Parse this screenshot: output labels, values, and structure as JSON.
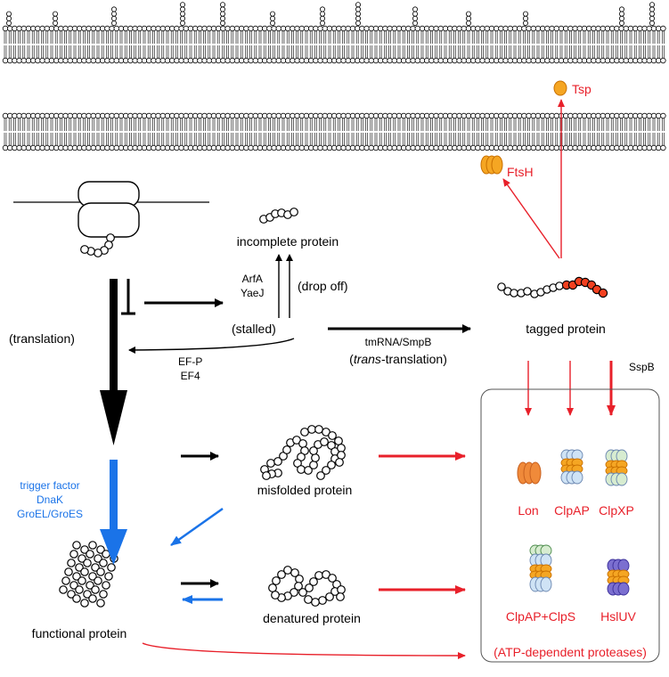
{
  "colors": {
    "red": "#e8202a",
    "blue": "#1a73e8",
    "black": "#000000",
    "tag_red": "#f2401f",
    "protease_orange": "#f5a623",
    "lon_orange": "#f08a3a",
    "clp_blue": "#cfe3f5",
    "clp_green": "#d7ecd0",
    "hsl_purple": "#7b6fd0"
  },
  "labels": {
    "tsp": "Tsp",
    "ftsh": "FtsH",
    "incomplete_protein": "incomplete protein",
    "arfa": "ArfA",
    "yaej": "YaeJ",
    "drop_off": "(drop off)",
    "stalled": "(stalled)",
    "translation": "(translation)",
    "efp": "EF-P",
    "ef4": "EF4",
    "tmrna": "tmRNA/SmpB",
    "trans_italic": "trans",
    "trans_rest": "-translation)",
    "trans_open": "(",
    "tagged_protein": "tagged protein",
    "sspb": "SspB",
    "trigger_factor": "trigger factor",
    "dnak": "DnaK",
    "groel": "GroEL/GroES",
    "misfolded_protein": "misfolded protein",
    "functional_protein": "functional protein",
    "denatured_protein": "denatured protein",
    "lon": "Lon",
    "clpap": "ClpAP",
    "clpxp": "ClpXP",
    "clpap_clps": "ClpAP+ClpS",
    "hsluv": "HslUV",
    "atp_proteases": "(ATP-dependent proteases)"
  }
}
